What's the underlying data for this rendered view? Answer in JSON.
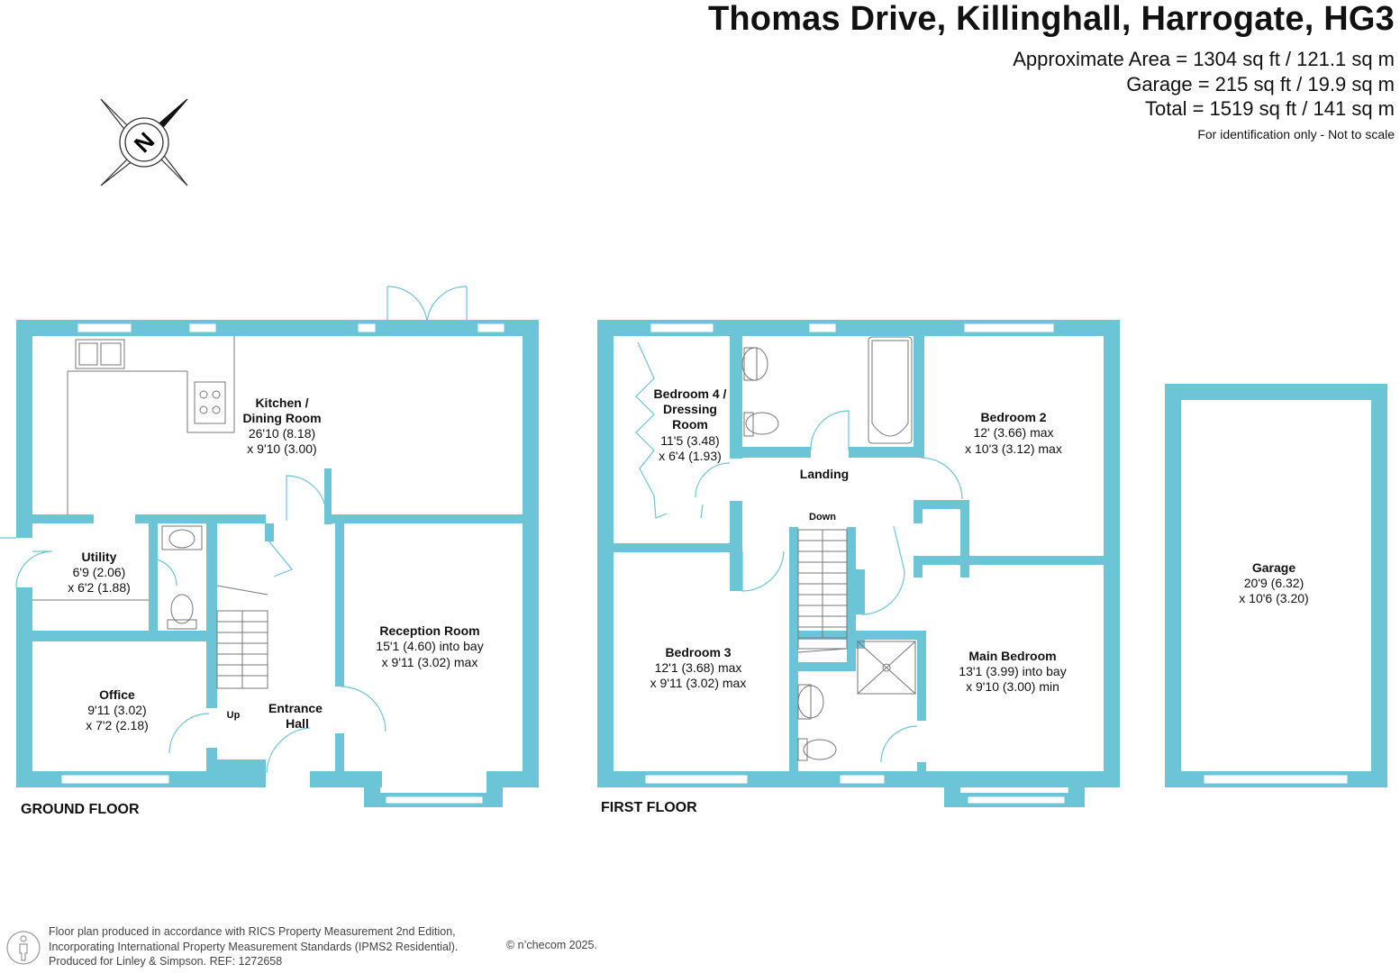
{
  "header": {
    "title": "Thomas Drive, Killinghall, Harrogate, HG3",
    "area_lines": [
      "Approximate Area = 1304 sq ft / 121.1 sq m",
      "Garage = 215 sq ft / 19.9 sq m",
      "Total = 1519 sq ft / 141 sq m"
    ],
    "note": "For identification only - Not to scale"
  },
  "compass": {
    "letter": "N",
    "icon": "north-compass-icon"
  },
  "colors": {
    "wall": "#6cc5d7",
    "fixture": "#777777",
    "text": "#111111"
  },
  "floors": {
    "ground": "GROUND FLOOR",
    "first": "FIRST FLOOR"
  },
  "rooms": {
    "kitchen": {
      "name": [
        "Kitchen /",
        "Dining Room"
      ],
      "dims": [
        "26'10 (8.18)",
        "x 9'10 (3.00)"
      ]
    },
    "utility": {
      "name": [
        "Utility"
      ],
      "dims": [
        "6'9 (2.06)",
        "x 6'2 (1.88)"
      ]
    },
    "office": {
      "name": [
        "Office"
      ],
      "dims": [
        "9'11 (3.02)",
        "x 7'2 (2.18)"
      ]
    },
    "entrance": {
      "name": [
        "Entrance",
        "Hall"
      ],
      "dims": []
    },
    "reception": {
      "name": [
        "Reception Room"
      ],
      "dims": [
        "15'1 (4.60) into bay",
        "x 9'11 (3.02) max"
      ]
    },
    "bedroom4": {
      "name": [
        "Bedroom 4 /",
        "Dressing",
        "Room"
      ],
      "dims": [
        "11'5 (3.48)",
        "x 6'4 (1.93)"
      ]
    },
    "bedroom2": {
      "name": [
        "Bedroom 2"
      ],
      "dims": [
        "12' (3.66) max",
        "x 10'3 (3.12) max"
      ]
    },
    "landing": {
      "name": [
        "Landing"
      ],
      "dims": []
    },
    "bedroom3": {
      "name": [
        "Bedroom 3"
      ],
      "dims": [
        "12'1 (3.68) max",
        "x 9'11 (3.02) max"
      ]
    },
    "main_bedroom": {
      "name": [
        "Main Bedroom"
      ],
      "dims": [
        "13'1 (3.99) into bay",
        "x 9'10 (3.00) min"
      ]
    },
    "garage": {
      "name": [
        "Garage"
      ],
      "dims": [
        "20'9 (6.32)",
        "x 10'6 (3.20)"
      ]
    }
  },
  "stairs": {
    "up": "Up",
    "down": "Down"
  },
  "footer": {
    "lines": [
      "Floor plan produced in accordance with RICS Property Measurement 2nd Edition,",
      "Incorporating International Property Measurement Standards (IPMS2 Residential).",
      "Produced for Linley & Simpson.   REF:  1272658"
    ],
    "brand": "© n’checom 2025."
  }
}
